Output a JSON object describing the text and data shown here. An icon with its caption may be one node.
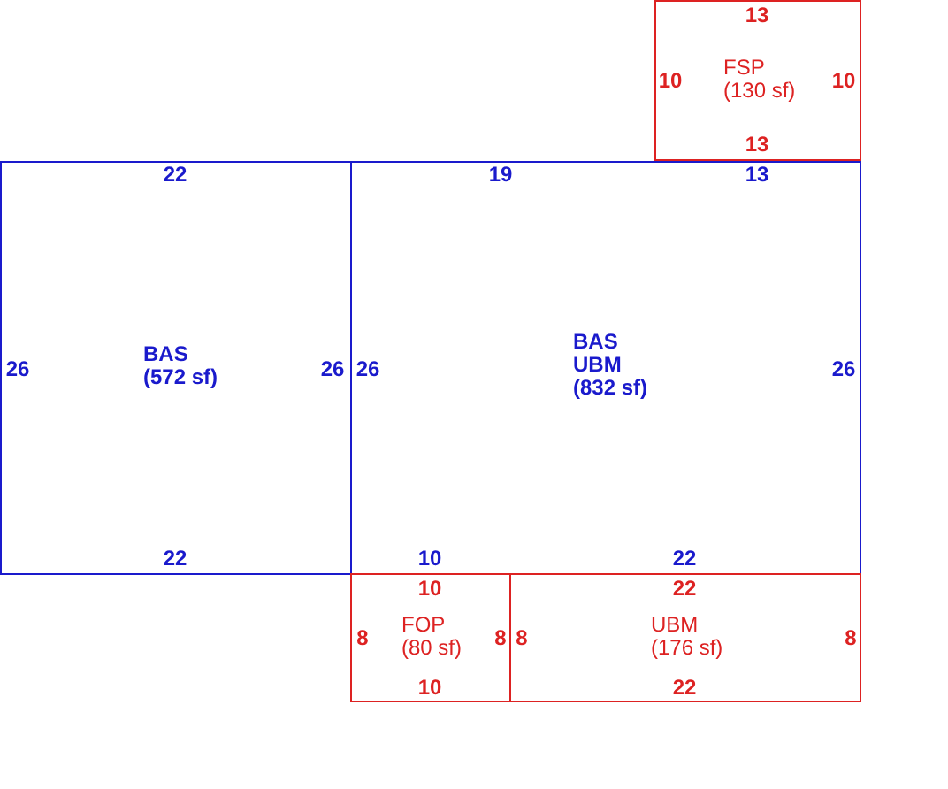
{
  "diagram": {
    "nodes": [
      {
        "text": [
          "FSP",
          "(130 sf)",
          "13",
          "10",
          "10",
          "13"
        ]
      },
      {
        "text": [
          "BAS",
          "(572 sf)",
          "22",
          "26",
          "26",
          "22"
        ]
      },
      {
        "text": [
          "BAS",
          "UBM",
          "(832 sf)",
          "19",
          "13",
          "26",
          "26",
          "10",
          "22"
        ]
      },
      {
        "text": [
          "FOP",
          "(80 sf)",
          "10",
          "8",
          "8",
          "10"
        ]
      },
      {
        "text": [
          "UBM",
          "(176 sf)",
          "22",
          "8",
          "8",
          "22"
        ]
      }
    ]
  }
}
